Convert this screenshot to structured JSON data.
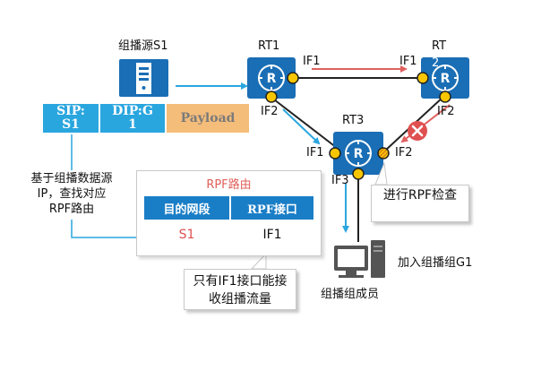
{
  "source": {
    "label": "组播源S1"
  },
  "routers": {
    "rt1": {
      "name": "RT1"
    },
    "rt2": {
      "name_line1": "RT",
      "name_line2": "2"
    },
    "rt3": {
      "name": "RT3"
    }
  },
  "interfaces": {
    "rt1_if1": "IF1",
    "rt1_if2": "IF2",
    "rt2_if1": "IF1",
    "rt2_if2": "IF2",
    "rt3_if1": "IF1",
    "rt3_if2": "IF2",
    "rt3_if3": "IF3"
  },
  "packet": {
    "sip": "SIP:S1",
    "dip": "DIP:G1",
    "payload": "Payload"
  },
  "rpf_lookup_note": "基于组播数据源IP，查找对应RPF路由",
  "rpf_table": {
    "title": "RPF路由",
    "headers": [
      "目的网段",
      "RPF接口"
    ],
    "row": [
      "S1",
      "IF1"
    ]
  },
  "only_if1_note": "只有IF1接口能接收组播流量",
  "rpf_check_note": "进行RPF检查",
  "join_label": "加入组播组G1",
  "member_label": "组播组成员",
  "colors": {
    "router_blue": "#1a6eb5",
    "flow_blue": "#2aa6df",
    "reject_red": "#e05050",
    "port_yellow": "#f7c600",
    "payload_orange": "#f5bd7a"
  }
}
